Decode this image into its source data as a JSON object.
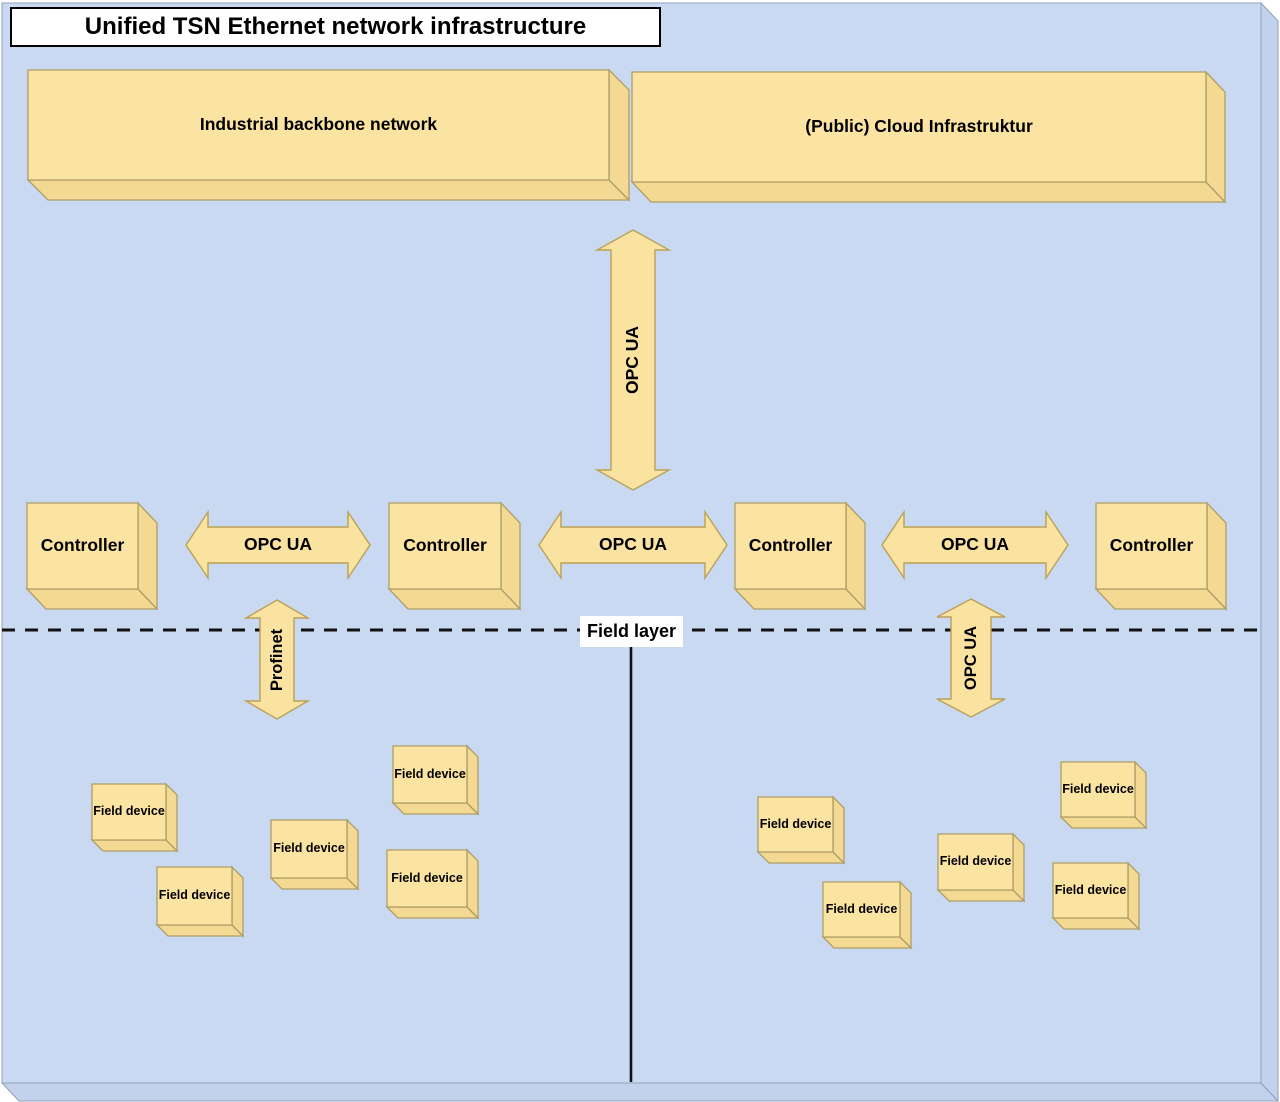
{
  "title": "Unified TSN Ethernet network infrastructure",
  "top_boxes": [
    {
      "label": "Industrial backbone network"
    },
    {
      "label": "(Public) Cloud Infrastruktur"
    }
  ],
  "cloud_link": {
    "label": "OPC UA"
  },
  "controllers": [
    {
      "label": "Controller"
    },
    {
      "label": "Controller"
    },
    {
      "label": "Controller"
    },
    {
      "label": "Controller"
    }
  ],
  "controller_links": [
    {
      "label": "OPC UA"
    },
    {
      "label": "OPC UA"
    },
    {
      "label": "OPC UA"
    }
  ],
  "field_links": {
    "left": {
      "label": "Profinet"
    },
    "right": {
      "label": "OPC UA"
    }
  },
  "field_layer": {
    "label": "Field layer"
  },
  "field_devices": {
    "left": [
      {
        "label": "Field device"
      },
      {
        "label": "Field device"
      },
      {
        "label": "Field device"
      },
      {
        "label": "Field device"
      },
      {
        "label": "Field device"
      }
    ],
    "right": [
      {
        "label": "Field device"
      },
      {
        "label": "Field device"
      },
      {
        "label": "Field device"
      },
      {
        "label": "Field device"
      },
      {
        "label": "Field device"
      }
    ]
  },
  "colors": {
    "panel_background": "#c9d9f1",
    "shape_fill": "#fbe3a2",
    "shape_side": "#f3d991",
    "shape_border": "#ae9e68",
    "text": "#000000",
    "label_background": "#ffffff"
  }
}
